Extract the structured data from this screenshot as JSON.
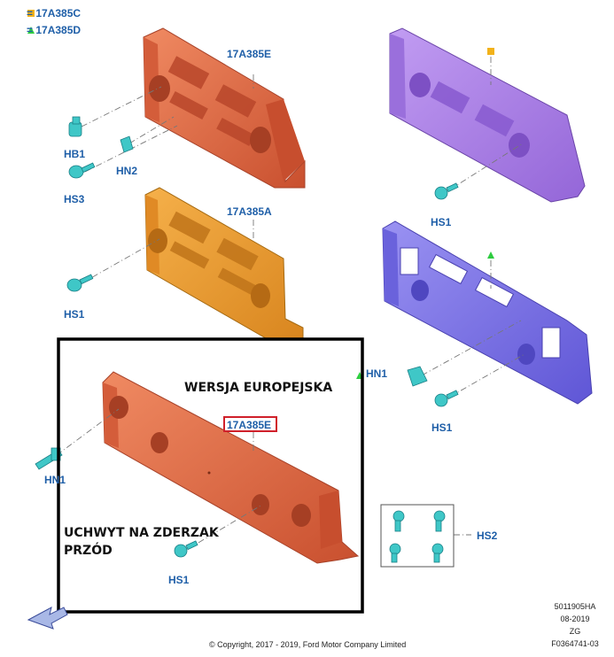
{
  "legend": {
    "entries": [
      {
        "symbol": "square",
        "color": "#f2b21a",
        "code": "17A385C"
      },
      {
        "symbol": "triangle",
        "color": "#2ecc40",
        "code": "17A385D"
      }
    ]
  },
  "parts": {
    "top_left_bracket": "17A385E",
    "mid_left_bracket": "17A385A",
    "european_bracket": "17A385E"
  },
  "fasteners": {
    "hb1": "HB1",
    "hn2": "HN2",
    "hs3": "HS3",
    "hs1_mid": "HS1",
    "hs1_top_right": "HS1",
    "hn1_right": "HN1",
    "hs1_right": "HS1",
    "hn1_europe": "HN1",
    "hs1_europe": "HS1",
    "hs2_kit": "HS2"
  },
  "callouts": {
    "version": "WERSJA EUROPEJSKA",
    "holder_line1": "UCHWYT NA ZDERZAK",
    "holder_line2": "PRZÓD"
  },
  "footer": {
    "code1": "5011905HA",
    "date": "08-2019",
    "zg": "ZG",
    "code2": "F0364741-03",
    "copyright": "© Copyright, 2017 - 2019, Ford Motor Company Limited"
  },
  "colors": {
    "orange_red": "#e06a45",
    "amber": "#e8982f",
    "violet": "#a77ce6",
    "blue_violet": "#7b72e8",
    "fastener": "#3fc7c7",
    "label_blue": "#1f5fa8",
    "highlight_red": "#d0202a"
  }
}
